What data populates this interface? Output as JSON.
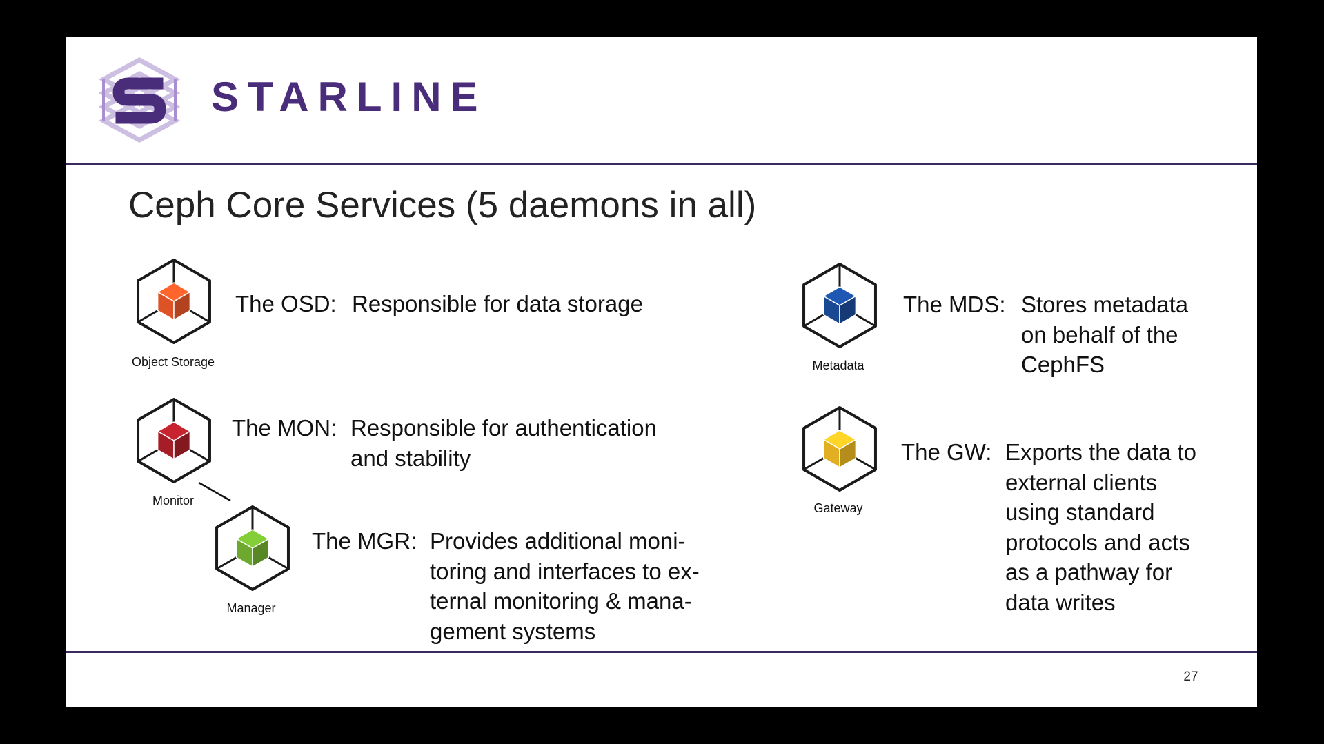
{
  "header": {
    "brand": "STARLINE",
    "logo_letter": "S",
    "logo_icon": "starline-logo-icon"
  },
  "slide": {
    "title": "Ceph Core Services (5 daemons in all)",
    "page_number": "27"
  },
  "services": {
    "osd": {
      "name": "The OSD:",
      "description": "Responsible for data storage",
      "icon_label": "Object Storage",
      "icon": "cube-icon",
      "color": "#f05a28"
    },
    "mon": {
      "name": "The MON:",
      "description": "Responsible for authentication\nand stability",
      "icon_label": "Monitor",
      "icon": "cube-icon",
      "color": "#b3202a"
    },
    "mgr": {
      "name": "The MGR:",
      "description": "Provides additional moni-\ntoring and interfaces to ex-\nternal monitoring & mana-\ngement systems",
      "icon_label": "Manager",
      "icon": "cube-icon",
      "color": "#76b832"
    },
    "mds": {
      "name": "The MDS:",
      "description": "Stores metadata\non behalf of the\nCephFS",
      "icon_label": "Metadata",
      "icon": "cube-icon",
      "color": "#1c4fa0"
    },
    "gw": {
      "name": "The GW:",
      "description": "Exports the data to\nexternal clients\nusing standard\nprotocols and acts\nas a pathway for\ndata writes",
      "icon_label": "Gateway",
      "icon": "cube-icon",
      "color": "#f5be24"
    }
  },
  "colors": {
    "brand": "#4a2d7a",
    "rule": "#3a2b5e",
    "logo_light": "#c9b9e0",
    "logo_dark": "#4a2d7a"
  }
}
